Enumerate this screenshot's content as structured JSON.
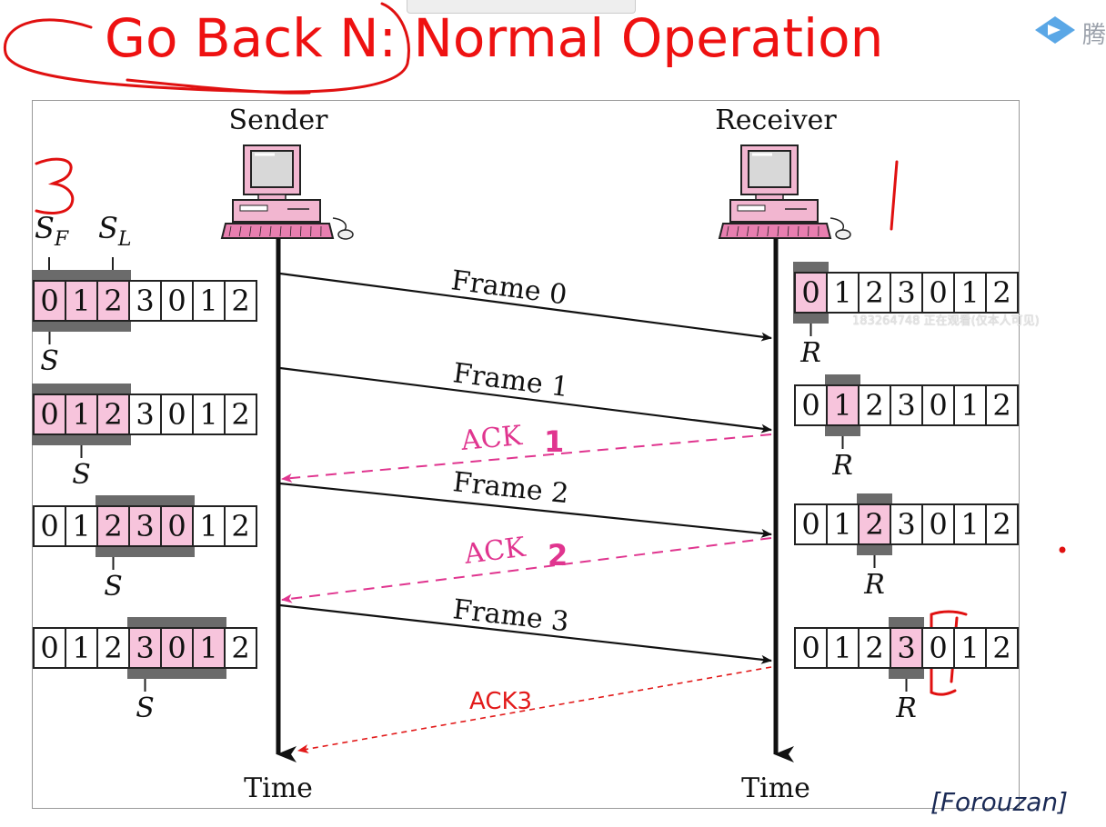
{
  "title": "Go Back N: Normal Operation",
  "topbar_text": "",
  "brand_text": "腾",
  "credit": "[Forouzan]",
  "watermark": "183264748 正在观看(仅本人可见)",
  "sender_label": "Sender",
  "receiver_label": "Receiver",
  "time_label": "Time",
  "pointer_labels": {
    "sf": "S",
    "sf_sub": "F",
    "sl": "S",
    "sl_sub": "L",
    "s": "S",
    "r": "R"
  },
  "sequence_numbers": [
    "0",
    "1",
    "2",
    "3",
    "0",
    "1",
    "2"
  ],
  "sender_windows": [
    {
      "window_start": 0,
      "pink": [
        0,
        1,
        2
      ],
      "pointer": 0,
      "pointer_label": "S"
    },
    {
      "window_start": 0,
      "pink": [
        0,
        1,
        2
      ],
      "pointer": 1,
      "pointer_label": "S"
    },
    {
      "window_start": 2,
      "pink": [
        2,
        3,
        4
      ],
      "pointer": 2,
      "pointer_label": "S"
    },
    {
      "window_start": 3,
      "pink": [
        3,
        4,
        5
      ],
      "pointer": 3,
      "pointer_label": "S"
    }
  ],
  "receiver_windows": [
    {
      "slot": 0,
      "pointer_label": "R"
    },
    {
      "slot": 1,
      "pointer_label": "R"
    },
    {
      "slot": 2,
      "pointer_label": "R"
    },
    {
      "slot": 3,
      "pointer_label": "R"
    }
  ],
  "messages": [
    {
      "label": "Frame 0",
      "direction": "sender-to-receiver",
      "style": "solid"
    },
    {
      "label": "Frame 1",
      "direction": "sender-to-receiver",
      "style": "solid"
    },
    {
      "label": "ACK",
      "suffix": "1",
      "direction": "receiver-to-sender",
      "style": "dashed"
    },
    {
      "label": "Frame 2",
      "direction": "sender-to-receiver",
      "style": "solid"
    },
    {
      "label": "ACK",
      "suffix": "2",
      "direction": "receiver-to-sender",
      "style": "dashed"
    },
    {
      "label": "Frame 3",
      "direction": "sender-to-receiver",
      "style": "solid"
    },
    {
      "label": "ACK3",
      "direction": "receiver-to-sender",
      "style": "dashed"
    }
  ],
  "colors": {
    "title": "#ee1111",
    "pink_cell": "#f7c4dc",
    "window_bar": "#6b6b6b",
    "ack_magenta": "#e0358f",
    "ack_red": "#e21a1a",
    "annotation_red": "#e01010"
  }
}
